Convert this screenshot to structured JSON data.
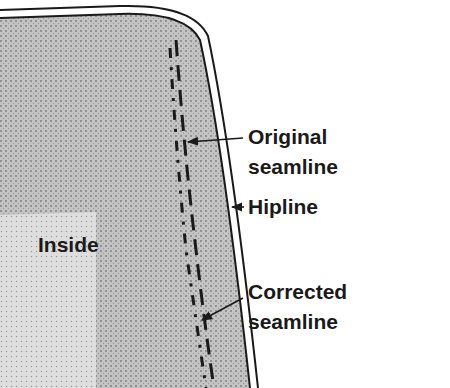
{
  "diagram": {
    "labels": [
      "Inside",
      "Original seamline",
      "Hipline",
      "Corrected seamline"
    ]
  }
}
